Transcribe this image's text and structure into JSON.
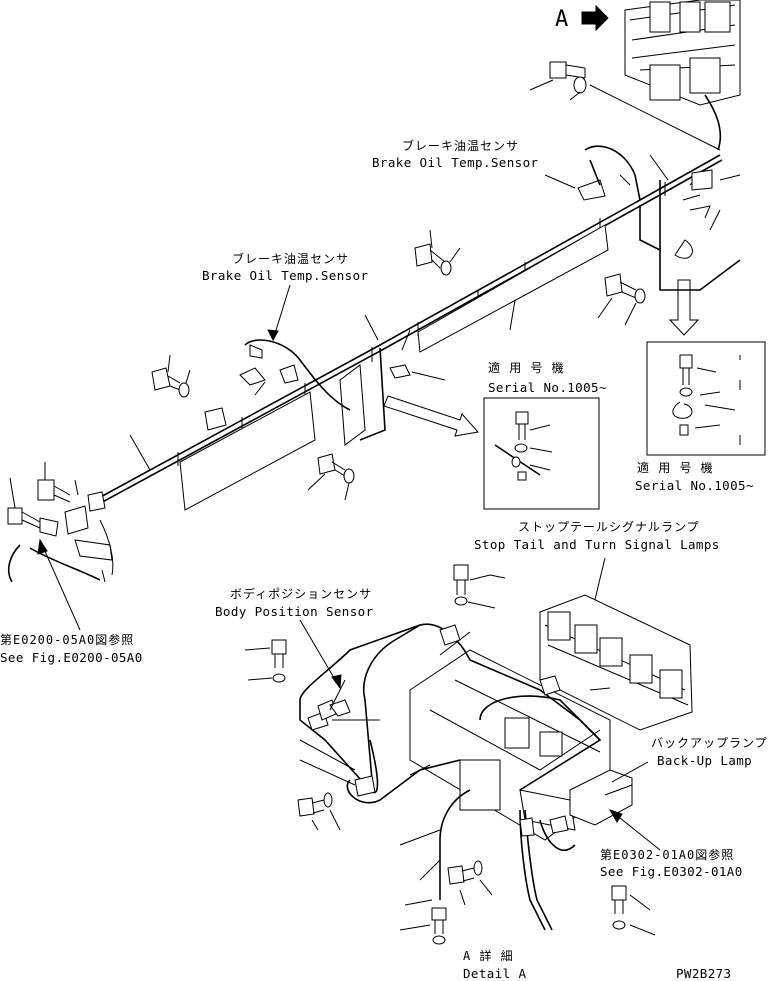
{
  "view_marker": "A",
  "labels": {
    "brake_sensor_1_jp": "ブレーキ油温センサ",
    "brake_sensor_1_en": "Brake Oil Temp.Sensor",
    "brake_sensor_2_jp": "ブレーキ油温センサ",
    "brake_sensor_2_en": "Brake Oil Temp.Sensor",
    "applicable_1_jp": "適 用 号 機",
    "applicable_1_en": "Serial No.1005~",
    "applicable_2_jp": "適 用 号 機",
    "applicable_2_en": "Serial No.1005~",
    "stop_tail_jp": "ストップテールシグナルランプ",
    "stop_tail_en": "Stop Tail and Turn Signal Lamps",
    "body_pos_jp": "ボディポジションセンサ",
    "body_pos_en": "Body Position Sensor",
    "ref_e0200_jp": "第E0200-05A0図参照",
    "ref_e0200_en": "See Fig.E0200-05A0",
    "backup_jp": "バックアップランプ",
    "backup_en": "Back-Up Lamp",
    "ref_e0302_jp": "第E0302-01A0図参照",
    "ref_e0302_en": "See Fig.E0302-01A0",
    "detail_jp": "A 詳 細",
    "detail_en": "Detail A",
    "drawing_code": "PW2B273"
  }
}
